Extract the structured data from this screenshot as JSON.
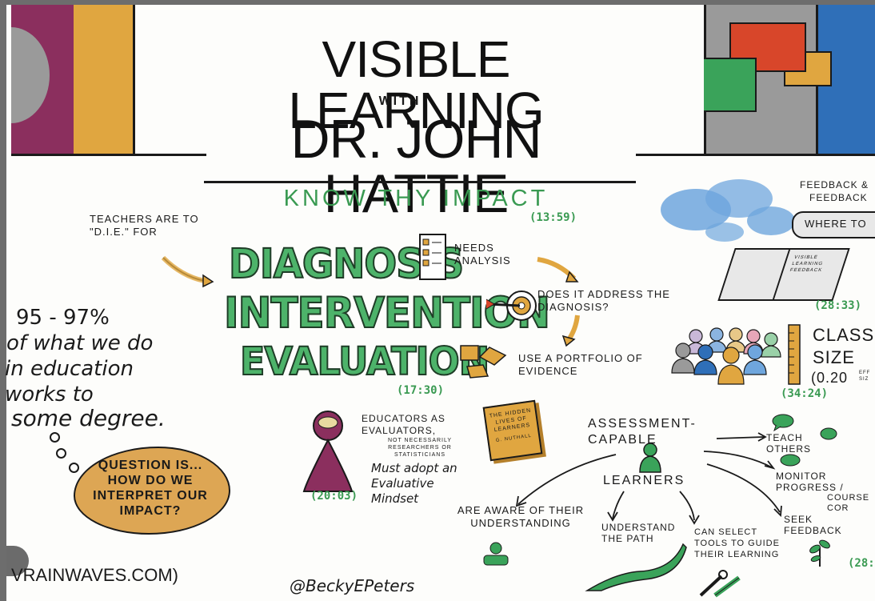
{
  "header": {
    "title_line1": "VISIBLE LEARNING",
    "title_with": "WITH",
    "title_line2": "DR. JOHN HATTIE",
    "subtitle": "KNOW THY IMPACT"
  },
  "left": {
    "teachers": "TEACHERS ARE TO \"D.I.E.\" FOR",
    "stat": "95 - 97%",
    "stat_text_1": "of what we do",
    "stat_text_2": "in education",
    "stat_text_3": "works to",
    "stat_text_4": "some degree.",
    "question": "QUESTION IS... HOW DO WE INTERPRET OUR IMPACT?",
    "website": "VRAINWAVES.COM)"
  },
  "die": {
    "diagnosis": "DIAGNOSIS",
    "intervention": "INTERVENTION",
    "evaluation": "EVALUATION",
    "time": "(17:30)",
    "needs_analysis": "NEEDS ANALYSIS",
    "does_it_address": "DOES IT ADDRESS THE DIAGNOSIS?",
    "portfolio": "USE A PORTFOLIO OF EVIDENCE",
    "impact_time": "(13:59)"
  },
  "evaluators": {
    "heading": "EDUCATORS AS EVALUATORS,",
    "note": "NOT NECESSARILY RESEARCHERS OR STATISTICIANS",
    "mindset": "Must adopt an Evaluative Mindset",
    "time": "(20:03)",
    "book_title": "THE HIDDEN LIVES OF LEARNERS",
    "book_author": "G. NUTHALL"
  },
  "assessment": {
    "heading": "ASSESSMENT-CAPABLE",
    "learners": "LEARNERS",
    "teach_others": "TEACH OTHERS",
    "monitor_progress": "MONITOR PROGRESS /",
    "course_cor": "COURSE COR",
    "seek_feedback": "SEEK FEEDBACK",
    "aware": "ARE AWARE OF THEIR UNDERSTANDING",
    "understand_path": "UNDERSTAND THE PATH",
    "select_tools": "CAN SELECT TOOLS TO GUIDE THEIR LEARNING",
    "time_28": "(28:"
  },
  "right": {
    "feedback_1": "FEEDBACK &",
    "feedback_2": "FEEDBACK",
    "where_to": "WHERE TO",
    "book_label": "VISIBLE LEARNING FEEDBACK",
    "time_2833": "(28:33)",
    "class_size_1": "CLASS",
    "class_size_2": "SIZE",
    "effect": "(0.20",
    "effect_small": "EFF SIZ",
    "time_3424": "(34:24)"
  },
  "credit": "@BeckyEPeters",
  "colors": {
    "plum": "#8b2f5e",
    "mustard": "#e0a640",
    "gray": "#9a9a9a",
    "blue": "#2f6fb8",
    "red": "#d8462a",
    "green": "#3aa35a",
    "accent_green": "#4db36a",
    "light_blue": "#6fa6dd",
    "question_bubble": "#dda654"
  }
}
